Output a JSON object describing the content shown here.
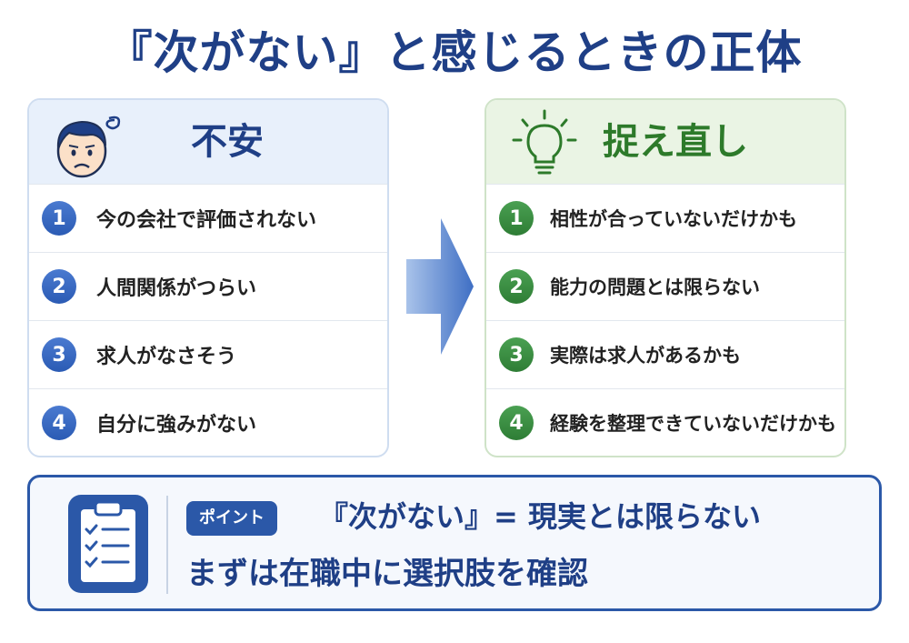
{
  "title": "『次がない』と感じるときの正体",
  "left_panel": {
    "title": "不安",
    "icon": "worried-face-icon",
    "color": "#1f3f86",
    "items": [
      {
        "num": "1",
        "text": "今の会社で評価されない"
      },
      {
        "num": "2",
        "text": "人間関係がつらい"
      },
      {
        "num": "3",
        "text": "求人がなさそう"
      },
      {
        "num": "4",
        "text": "自分に強みがない"
      }
    ]
  },
  "right_panel": {
    "title": "捉え直し",
    "icon": "lightbulb-icon",
    "color": "#2d7a2a",
    "items": [
      {
        "num": "1",
        "text": "相性が合っていないだけかも"
      },
      {
        "num": "2",
        "text": "能力の問題とは限らない"
      },
      {
        "num": "3",
        "text": "実際は求人があるかも"
      },
      {
        "num": "4",
        "text": "経験を整理できていないだけかも"
      }
    ]
  },
  "arrow_icon": "right-arrow-icon",
  "point": {
    "icon": "clipboard-checklist-icon",
    "badge": "ポイント",
    "line1": "『次がない』= 現実とは限らない",
    "line2": "まずは在職中に選択肢を確認"
  }
}
